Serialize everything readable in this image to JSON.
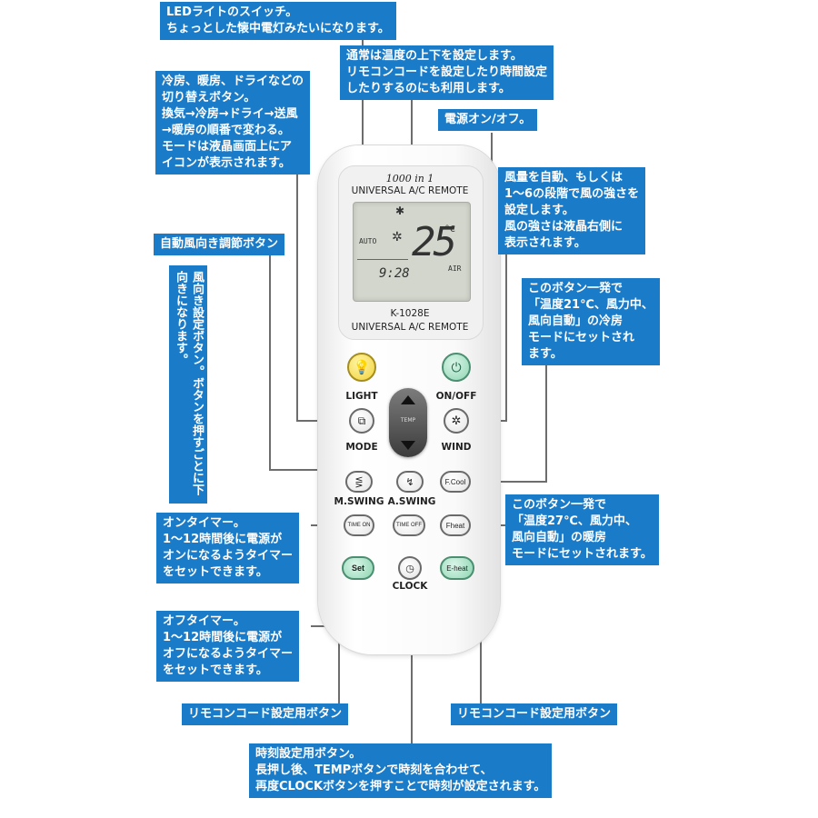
{
  "callouts": {
    "light": [
      "LEDライトのスイッチ。",
      "ちょっとした懐中電灯みたいになります。"
    ],
    "temp": [
      "通常は温度の上下を設定します。",
      "リモコンコードを設定したり時間設定",
      "したりするのにも利用します。"
    ],
    "mode": [
      "冷房、暖房、ドライなどの",
      "切り替えボタン。",
      "換気→冷房→ドライ→送風",
      "→暖房の順番で変わる。",
      "モードは液晶画面上にア",
      "イコンが表示されます。"
    ],
    "power": "電源オン/オフ。",
    "wind": [
      "風量を自動、もしくは",
      "1～6の段階で風の強さを",
      "設定します。",
      "風の強さは液晶右側に",
      "表示されます。"
    ],
    "aswing": "自動風向き調節ボタン",
    "mswing": "風向き設定ボタン。ボタンを押すごとに下向きになります。",
    "fcool": [
      "このボタン一発で",
      "「温度21℃、風力中、",
      "風向自動」の冷房",
      "モードにセットされ",
      "ます。"
    ],
    "fheat": [
      "このボタン一発で",
      "「温度27℃、風力中、",
      "風向自動」の暖房",
      "モードにセットされます。"
    ],
    "timeon": [
      "オンタイマー。",
      "1～12時間後に電源が",
      "オンになるようタイマー",
      "をセットできます。"
    ],
    "timeoff": [
      "オフタイマー。",
      "1～12時間後に電源が",
      "オフになるようタイマー",
      "をセットできます。"
    ],
    "set": "リモコンコード設定用ボタン",
    "eheat": "リモコンコード設定用ボタン",
    "clock": [
      "時刻設定用ボタン。",
      "長押し後、TEMPボタンで時刻を合わせて、",
      "再度CLOCKボタンを押すことで時刻が設定されます。"
    ]
  },
  "remote": {
    "brand_top": "1000 in 1",
    "brand_name": "UNIVERSAL A/C REMOTE",
    "model": "K-1028E",
    "brand_bottom": "UNIVERSAL A/C REMOTE",
    "lcd": {
      "mode": "AUTO",
      "temp": "25",
      "unit": "°C",
      "time": "9:28",
      "air": "AIR"
    },
    "labels": {
      "light": "LIGHT",
      "onoff": "ON/OFF",
      "mode": "MODE",
      "wind": "WIND",
      "mswing": "M.SWING",
      "aswing": "A.SWING",
      "clock": "CLOCK",
      "temp": "TEMP"
    },
    "buttons": {
      "fcool": "F.Cool",
      "timeon": "TIME ON",
      "timeoff": "TIME OFF",
      "fheat": "Fheat",
      "set": "Set",
      "eheat": "E-heat"
    }
  },
  "colors": {
    "callout_bg": "#1a7cc9",
    "leader": "#6d6d6d",
    "light_button": "#f2d23a",
    "green_button": "#8fd6b3",
    "lcd": "#d2d6cc"
  }
}
